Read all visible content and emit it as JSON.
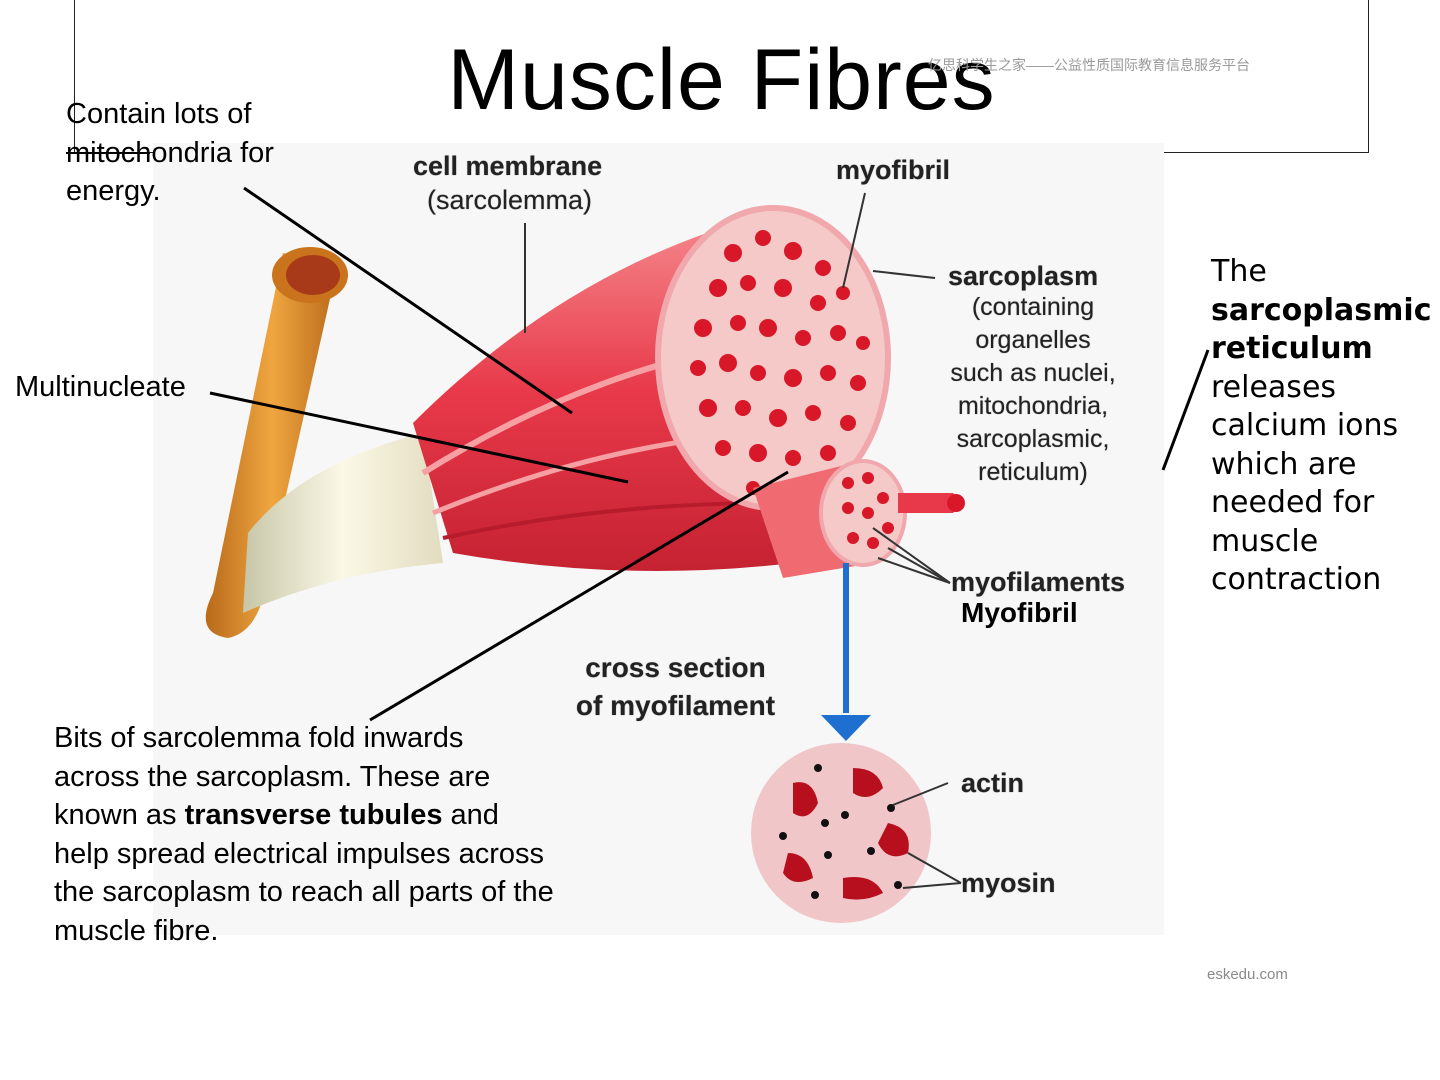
{
  "title": "Muscle Fibres",
  "watermarks": {
    "top": "亿思科学生之家——公益性质国际教育信息服务平台",
    "bottom": "eskedu.com"
  },
  "figure_labels": {
    "cell_membrane": "cell membrane",
    "sarcolemma": "(sarcolemma)",
    "myofibril": "myofibril",
    "sarcoplasm": "sarcoplasm",
    "sarcoplasm_desc": [
      "(containing",
      "organelles",
      "such as nuclei,",
      "mitochondria,",
      "sarcoplasmic,",
      "reticulum)"
    ],
    "myofilaments": "myofilaments",
    "myofibril_caption": "Myofibril",
    "cross_section": [
      "cross section",
      "of myofilament"
    ],
    "actin": "actin",
    "myosin": "myosin"
  },
  "annotations": {
    "mitochondria": [
      "Contain lots of",
      "mitochondria for",
      "energy."
    ],
    "multinucleate": "Multinucleate",
    "tubules_pre": "Bits of sarcolemma fold inwards across the sarcoplasm. These are known as ",
    "tubules_bold": "transverse tubules",
    "tubules_post": " and help spread electrical impulses across the sarcoplasm to reach all parts of the muscle fibre.",
    "sr_the": "The",
    "sr_bold": [
      "sarcoplasmic",
      "reticulum"
    ],
    "sr_rest": [
      "releases",
      "calcium ions",
      "which are",
      "needed for",
      "muscle",
      "contraction"
    ]
  },
  "colors": {
    "muscle": "#e8394a",
    "tendon": "#f0ecd0",
    "bone": "#d88a2a",
    "arrow": "#1f6fd0",
    "pink_bg": "#f6c9c9"
  }
}
